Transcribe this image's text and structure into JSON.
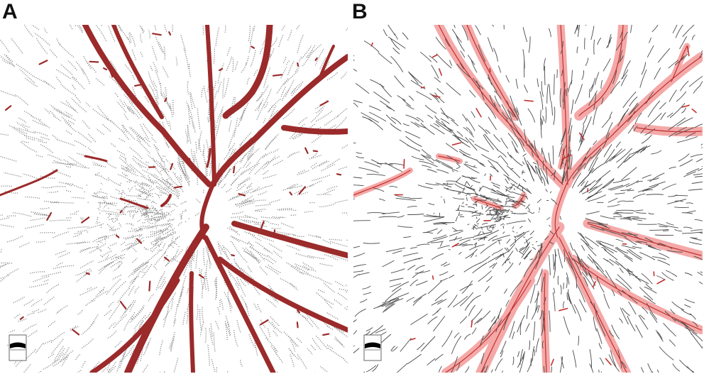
{
  "panels": [
    {
      "id": "A",
      "label": "A",
      "style": "segmentation-dots"
    },
    {
      "id": "B",
      "label": "B",
      "style": "skeleton-lines"
    }
  ],
  "colors": {
    "background": "#ffffff",
    "capillary_A": "#8c8c8c",
    "vessel_A": "#9b2a2a",
    "capillary_B": "#4a4a4a",
    "vessel_halo_B": "#f4a9a8",
    "vessel_core_B": "#c0302f",
    "label": "#111111"
  }
}
